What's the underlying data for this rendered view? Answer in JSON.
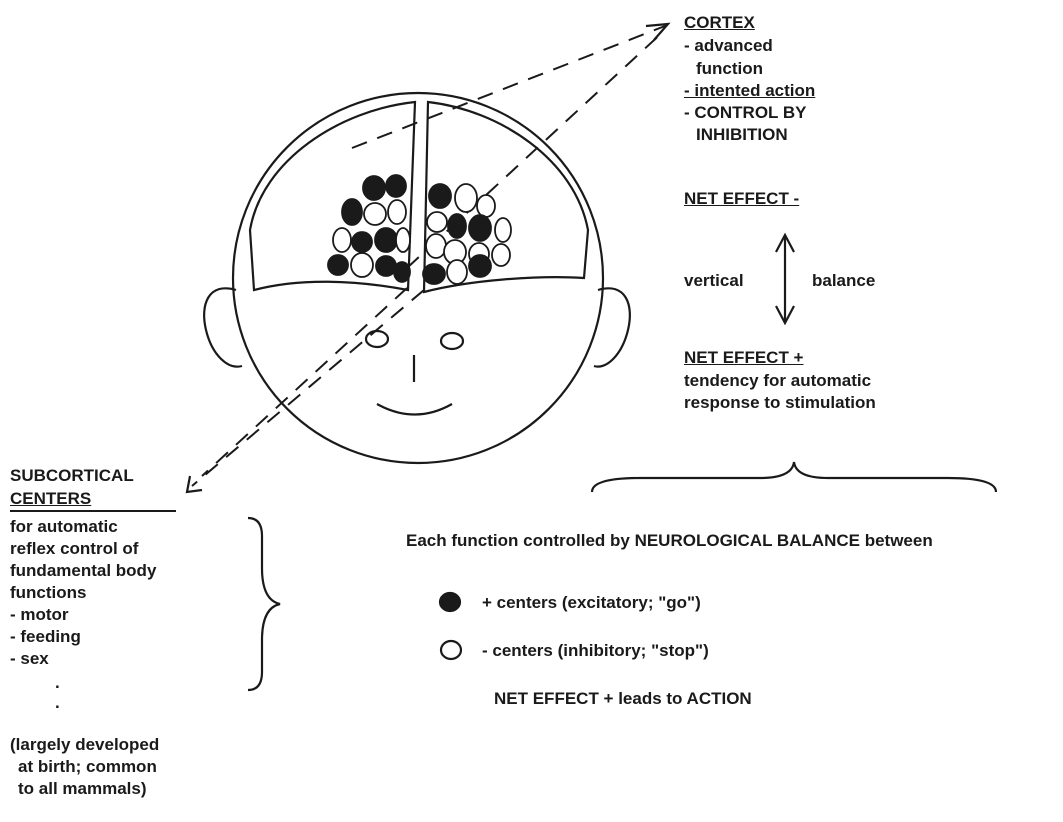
{
  "cortex": {
    "title": "CORTEX",
    "lines": [
      "- advanced",
      "function",
      "- intented action",
      "- CONTROL BY",
      "INHIBITION"
    ]
  },
  "balance": {
    "net_effect_minus": "NET EFFECT -",
    "left_label": "vertical",
    "right_label": "balance",
    "net_effect_plus": "NET EFFECT +",
    "plus_lines": [
      "tendency for automatic",
      "response to stimulation"
    ]
  },
  "subcortical": {
    "title_lines": [
      "SUBCORTICAL",
      "CENTERS"
    ],
    "lines": [
      "for automatic",
      "reflex control of",
      "fundamental body",
      "functions",
      "- motor",
      "- feeding",
      "- sex"
    ],
    "dots": [
      ".",
      "."
    ],
    "note_lines": [
      "(largely developed",
      "at birth; common",
      "to all mammals)"
    ]
  },
  "legend": {
    "heading": "Each function controlled by NEUROLOGICAL BALANCE between",
    "excitatory": "+ centers (excitatory; \"go\")",
    "inhibitory": "- centers (inhibitory; \"stop\")",
    "conclusion": "NET EFFECT + leads to ACTION"
  },
  "colors": {
    "ink": "#1a1a1a",
    "background": "#ffffff"
  }
}
